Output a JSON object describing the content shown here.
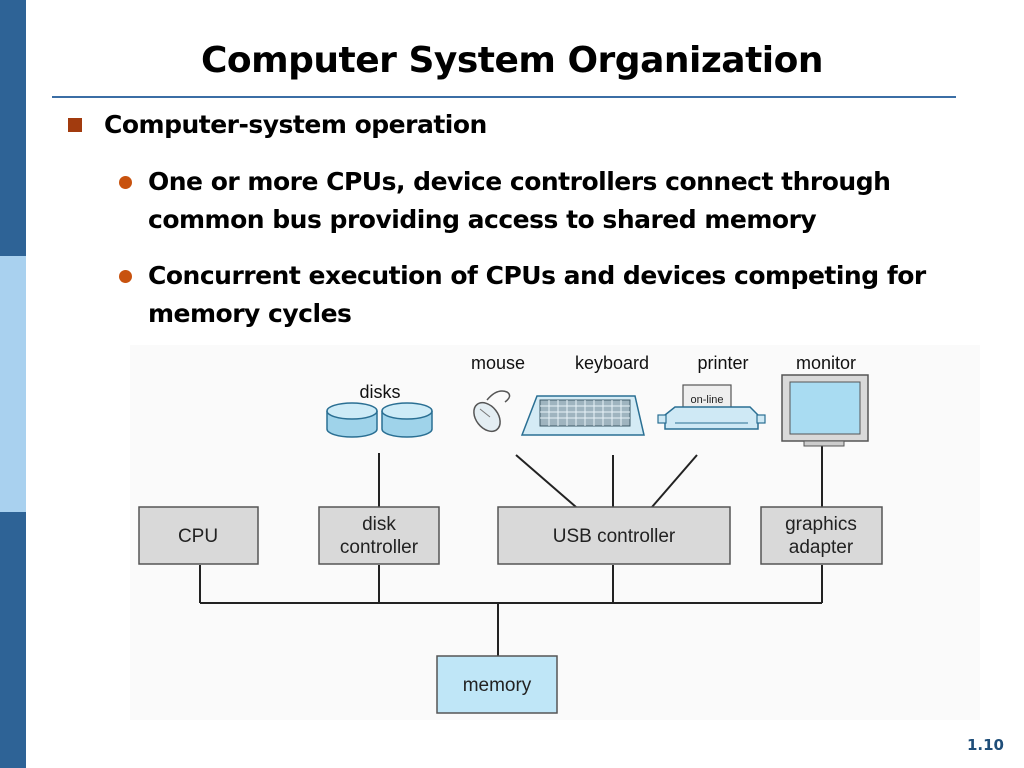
{
  "slide": {
    "title": "Computer System Organization",
    "bullet": "Computer-system operation",
    "subbullets": [
      "One or more CPUs, device controllers connect through common bus providing access to shared memory",
      "Concurrent execution of CPUs and devices competing for memory cycles"
    ],
    "page_number": "1.10"
  },
  "diagram": {
    "devices": {
      "disks": "disks",
      "mouse": "mouse",
      "keyboard": "keyboard",
      "printer": "printer",
      "printer_status": "on-line",
      "monitor": "monitor"
    },
    "controllers": {
      "cpu": "CPU",
      "disk_controller": [
        "disk",
        "controller"
      ],
      "usb_controller": "USB controller",
      "graphics_adapter": [
        "graphics",
        "adapter"
      ]
    },
    "memory": "memory"
  },
  "colors": {
    "sidebar": "#2e6396",
    "sidebar_accent": "#a9d1ef",
    "bullet_square": "#a23b0e",
    "bullet_dot": "#c8520e",
    "box_gray": "#d9d9d9",
    "box_blue": "#bfe6f7"
  }
}
